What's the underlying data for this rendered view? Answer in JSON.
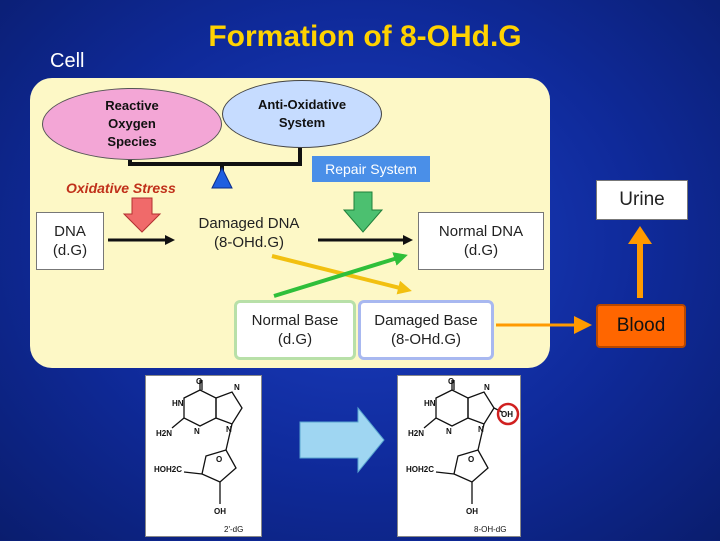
{
  "title": "Formation of 8-OHd.G",
  "cell_label": "Cell",
  "ros_label": "Reactive\nOxygen\nSpecies",
  "aos_label": "Anti-Oxidative\nSystem",
  "repair_label": "Repair System",
  "oxidative_stress_label": "Oxidative Stress",
  "dna_label": "DNA\n(d.G)",
  "damaged_dna_label": "Damaged  DNA\n(8-OHd.G)",
  "normal_dna_label": "Normal DNA\n(d.G)",
  "normal_base_label": "Normal Base\n(d.G)",
  "damaged_base_label": "Damaged Base\n(8-OHd.G)",
  "urine_label": "Urine",
  "blood_label": "Blood",
  "molecule_left": {
    "atoms": [
      "HN",
      "N",
      "N",
      "N",
      "H2N",
      "O",
      "HOH2C",
      "O",
      "OH"
    ],
    "name": "2'-dG"
  },
  "molecule_right": {
    "atoms": [
      "HN",
      "N",
      "N",
      "N",
      "H2N",
      "O",
      "HOH2C",
      "O",
      "OH",
      "OH"
    ],
    "name": "8-OH-dG"
  },
  "colors": {
    "background": "#0f2a9a",
    "title": "#ffd200",
    "cell": "#fdf8c6",
    "ros": "#f3a6d6",
    "aos": "#c6dcff",
    "repair": "#4a8fe8",
    "oxidative_stress_text": "#c0301a",
    "stress_arrow": "#f06a6a",
    "repair_arrow": "#4cc070",
    "yellow_arrow": "#f2c010",
    "green_arrow": "#2fbf3a",
    "transfer_arrow": "#ff9a00",
    "blood": "#ff6600",
    "hydroxyl_ring": "#d02020"
  }
}
